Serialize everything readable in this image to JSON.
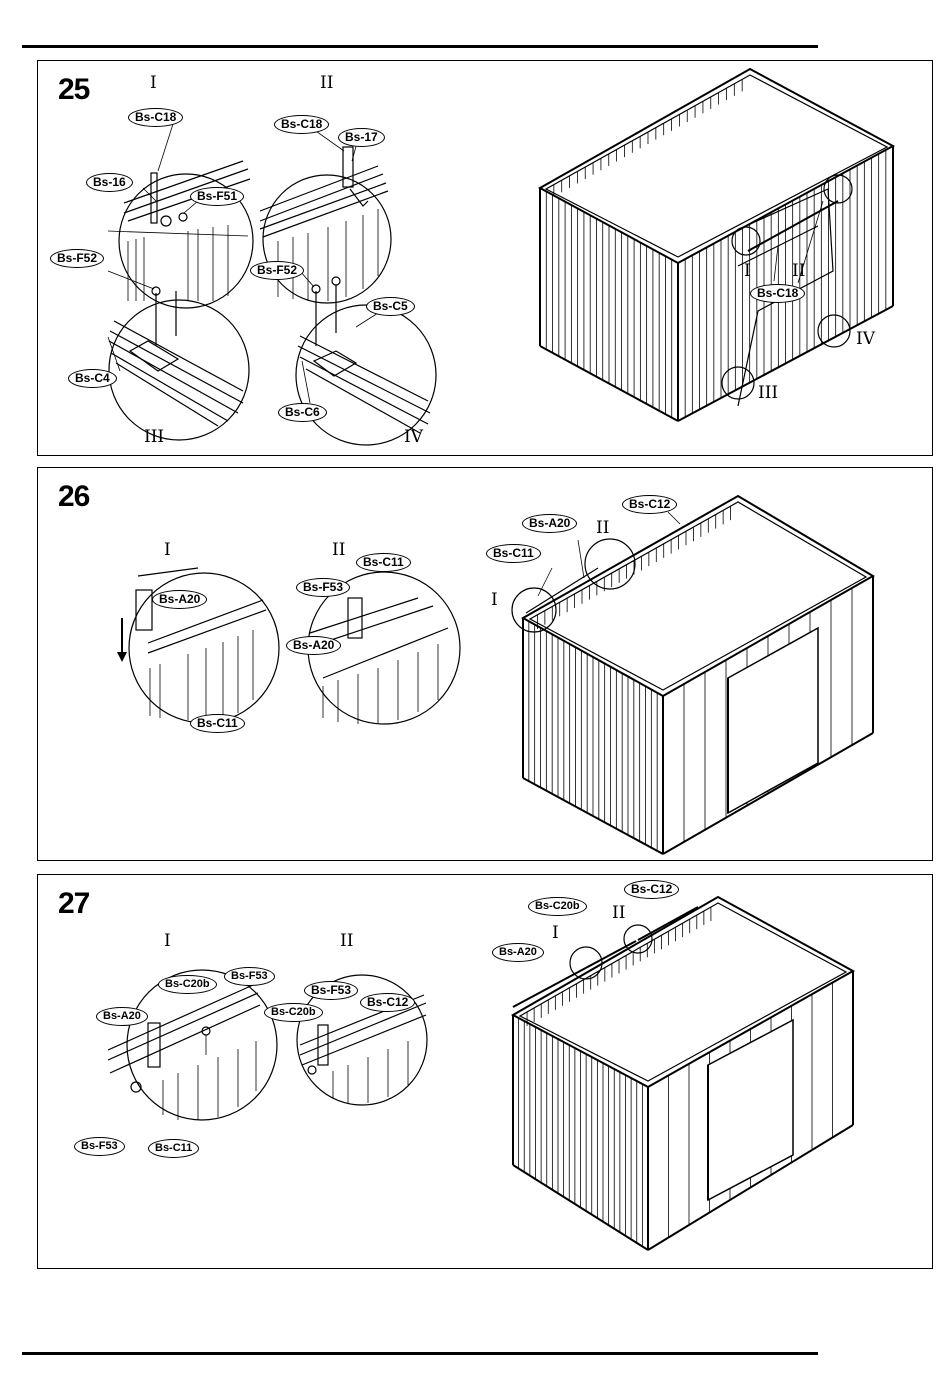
{
  "steps": [
    {
      "number": "25",
      "numerals": [
        "I",
        "II",
        "III",
        "IV"
      ],
      "labels": {
        "c18_a": "Bs-C18",
        "p16": "Bs-16",
        "f51": "Bs-F51",
        "c18_b": "Bs-C18",
        "p17": "Bs-17",
        "f52_a": "Bs-F52",
        "c4": "Bs-C4",
        "f52_b": "Bs-F52",
        "c5": "Bs-C5",
        "c6": "Bs-C6",
        "c18_main": "Bs-C18"
      },
      "main_numerals": [
        "I",
        "II",
        "III",
        "IV"
      ]
    },
    {
      "number": "26",
      "numerals": [
        "I",
        "II"
      ],
      "labels": {
        "a20_a": "Bs-A20",
        "c11_a": "Bs-C11",
        "f53": "Bs-F53",
        "a20_b": "Bs-A20",
        "c11_b": "Bs-C11",
        "c12_main": "Bs-C12",
        "a20_main": "Bs-A20",
        "c11_main": "Bs-C11"
      },
      "main_numerals": [
        "I",
        "II"
      ]
    },
    {
      "number": "27",
      "numerals": [
        "I",
        "II"
      ],
      "labels": {
        "c20b_a": "Bs-C20b",
        "f53_a": "Bs-F53",
        "a20": "Bs-A20",
        "f53_b": "Bs-F53",
        "c11": "Bs-C11",
        "f53_c": "Bs-F53",
        "c20b_b": "Bs-C20b",
        "c12": "Bs-C12",
        "c12_main": "Bs-C12",
        "c20b_main": "Bs-C20b",
        "a20_main": "Bs-A20"
      },
      "main_numerals": [
        "I",
        "II"
      ]
    }
  ]
}
